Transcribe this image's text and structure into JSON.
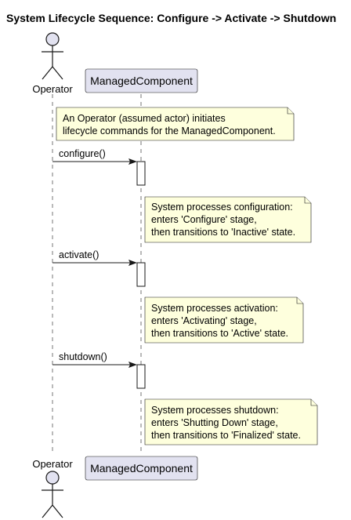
{
  "title": "System Lifecycle Sequence: Configure -> Activate -> Shutdown",
  "participants": {
    "operator": "Operator",
    "component": "ManagedComponent"
  },
  "notes": [
    [
      "An Operator (assumed actor) initiates",
      "lifecycle commands for the ManagedComponent."
    ],
    [
      "System processes configuration:",
      "enters 'Configure' stage,",
      "then transitions to 'Inactive' state."
    ],
    [
      "System processes activation:",
      "enters 'Activating' stage,",
      "then transitions to 'Active' state."
    ],
    [
      "System processes shutdown:",
      "enters 'Shutting Down' stage,",
      "then transitions to 'Finalized' state."
    ]
  ],
  "messages": [
    "configure()",
    "activate()",
    "shutdown()"
  ]
}
